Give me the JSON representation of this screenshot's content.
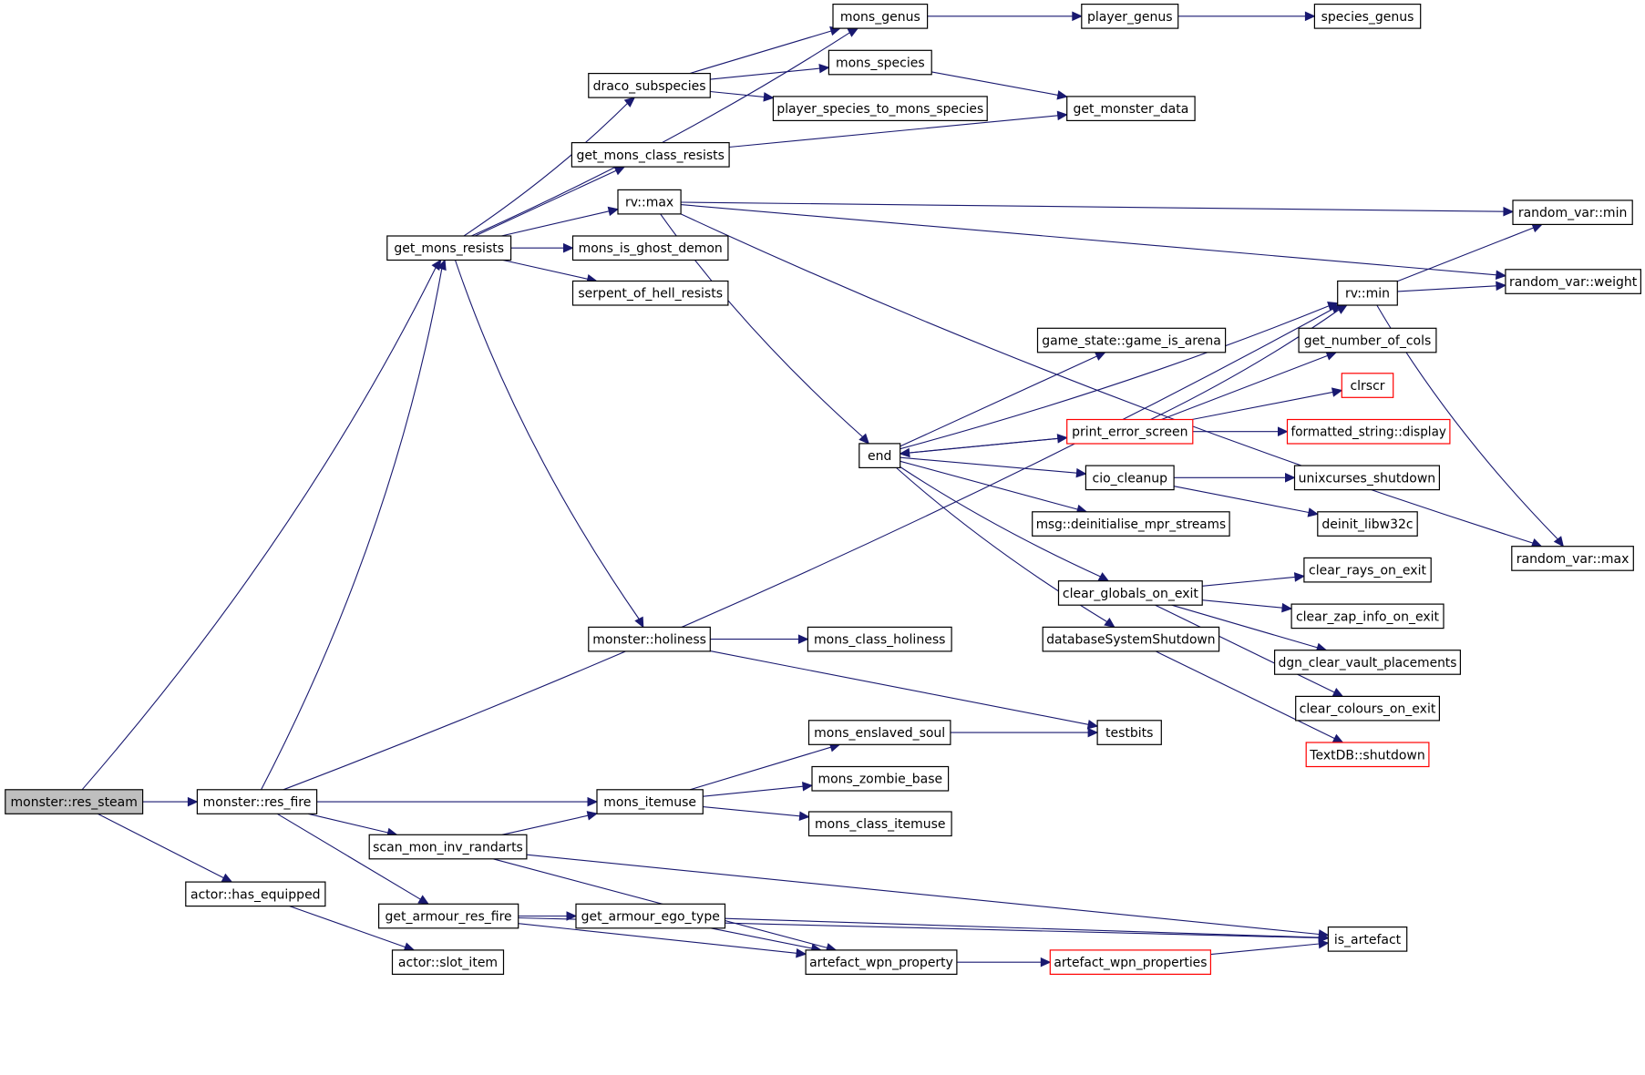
{
  "graph": {
    "colors": {
      "edge": "#191970",
      "node_border": "#000000",
      "missing_border": "#ff0000",
      "root_fill": "#bfbfbf"
    },
    "nodes": [
      {
        "id": "res_steam",
        "label": "monster::res_steam",
        "root": true
      },
      {
        "id": "res_fire",
        "label": "monster::res_fire"
      },
      {
        "id": "has_equipped",
        "label": "actor::has_equipped"
      },
      {
        "id": "get_mons_resists",
        "label": "get_mons_resists"
      },
      {
        "id": "slot_item",
        "label": "actor::slot_item"
      },
      {
        "id": "scan_mon_inv_randarts",
        "label": "scan_mon_inv_randarts"
      },
      {
        "id": "get_armour_res_fire",
        "label": "get_armour_res_fire"
      },
      {
        "id": "mons_itemuse",
        "label": "mons_itemuse"
      },
      {
        "id": "rv_max",
        "label": "rv::max"
      },
      {
        "id": "draco_subspecies",
        "label": "draco_subspecies"
      },
      {
        "id": "get_mons_class_resists",
        "label": "get_mons_class_resists"
      },
      {
        "id": "mons_is_ghost_demon",
        "label": "mons_is_ghost_demon"
      },
      {
        "id": "serpent_of_hell_resists",
        "label": "serpent_of_hell_resists"
      },
      {
        "id": "monster_holiness",
        "label": "monster::holiness"
      },
      {
        "id": "get_armour_ego_type",
        "label": "get_armour_ego_type"
      },
      {
        "id": "artefact_wpn_property",
        "label": "artefact_wpn_property"
      },
      {
        "id": "mons_genus",
        "label": "mons_genus"
      },
      {
        "id": "mons_species",
        "label": "mons_species"
      },
      {
        "id": "player_species_to_mons_species",
        "label": "player_species_to_mons_species"
      },
      {
        "id": "mons_class_holiness",
        "label": "mons_class_holiness"
      },
      {
        "id": "mons_enslaved_soul",
        "label": "mons_enslaved_soul"
      },
      {
        "id": "mons_zombie_base",
        "label": "mons_zombie_base"
      },
      {
        "id": "mons_class_itemuse",
        "label": "mons_class_itemuse"
      },
      {
        "id": "end",
        "label": "end"
      },
      {
        "id": "player_genus",
        "label": "player_genus"
      },
      {
        "id": "get_monster_data",
        "label": "get_monster_data"
      },
      {
        "id": "game_is_arena",
        "label": "game_state::game_is_arena"
      },
      {
        "id": "print_error_screen",
        "label": "print_error_screen",
        "missing": true
      },
      {
        "id": "cio_cleanup",
        "label": "cio_cleanup"
      },
      {
        "id": "deinitialise_mpr_streams",
        "label": "msg::deinitialise_mpr_streams"
      },
      {
        "id": "clear_globals_on_exit",
        "label": "clear_globals_on_exit"
      },
      {
        "id": "databaseSystemShutdown",
        "label": "databaseSystemShutdown"
      },
      {
        "id": "testbits",
        "label": "testbits"
      },
      {
        "id": "artefact_wpn_properties",
        "label": "artefact_wpn_properties",
        "missing": true
      },
      {
        "id": "species_genus",
        "label": "species_genus"
      },
      {
        "id": "rv_min",
        "label": "rv::min"
      },
      {
        "id": "get_number_of_cols",
        "label": "get_number_of_cols"
      },
      {
        "id": "clrscr",
        "label": "clrscr",
        "missing": true
      },
      {
        "id": "formatted_string_display",
        "label": "formatted_string::display",
        "missing": true
      },
      {
        "id": "unixcurses_shutdown",
        "label": "unixcurses_shutdown"
      },
      {
        "id": "deinit_libw32c",
        "label": "deinit_libw32c"
      },
      {
        "id": "clear_rays_on_exit",
        "label": "clear_rays_on_exit"
      },
      {
        "id": "clear_zap_info_on_exit",
        "label": "clear_zap_info_on_exit"
      },
      {
        "id": "dgn_clear_vault_placements",
        "label": "dgn_clear_vault_placements"
      },
      {
        "id": "clear_colours_on_exit",
        "label": "clear_colours_on_exit"
      },
      {
        "id": "textdb_shutdown",
        "label": "TextDB::shutdown",
        "missing": true
      },
      {
        "id": "is_artefact",
        "label": "is_artefact"
      },
      {
        "id": "random_var_min",
        "label": "random_var::min"
      },
      {
        "id": "random_var_weight",
        "label": "random_var::weight"
      },
      {
        "id": "random_var_max",
        "label": "random_var::max"
      }
    ],
    "edges": [
      [
        "res_steam",
        "res_fire"
      ],
      [
        "res_steam",
        "has_equipped"
      ],
      [
        "res_steam",
        "get_mons_resists"
      ],
      [
        "has_equipped",
        "slot_item"
      ],
      [
        "res_fire",
        "get_mons_resists"
      ],
      [
        "res_fire",
        "mons_itemuse"
      ],
      [
        "res_fire",
        "scan_mon_inv_randarts"
      ],
      [
        "res_fire",
        "get_armour_res_fire"
      ],
      [
        "res_fire",
        "rv_min"
      ],
      [
        "get_mons_resists",
        "mons_genus"
      ],
      [
        "get_mons_resists",
        "draco_subspecies"
      ],
      [
        "get_mons_resists",
        "get_mons_class_resists"
      ],
      [
        "get_mons_resists",
        "rv_max"
      ],
      [
        "get_mons_resists",
        "mons_is_ghost_demon"
      ],
      [
        "get_mons_resists",
        "serpent_of_hell_resists"
      ],
      [
        "get_mons_resists",
        "monster_holiness"
      ],
      [
        "draco_subspecies",
        "mons_genus"
      ],
      [
        "draco_subspecies",
        "mons_species"
      ],
      [
        "draco_subspecies",
        "player_species_to_mons_species"
      ],
      [
        "mons_genus",
        "player_genus"
      ],
      [
        "player_genus",
        "species_genus"
      ],
      [
        "mons_species",
        "get_monster_data"
      ],
      [
        "get_mons_class_resists",
        "get_monster_data"
      ],
      [
        "rv_max",
        "random_var_min"
      ],
      [
        "rv_max",
        "random_var_weight"
      ],
      [
        "rv_max",
        "end"
      ],
      [
        "rv_max",
        "random_var_max"
      ],
      [
        "rv_min",
        "random_var_min"
      ],
      [
        "rv_min",
        "random_var_weight"
      ],
      [
        "rv_min",
        "random_var_max"
      ],
      [
        "end",
        "game_is_arena"
      ],
      [
        "end",
        "print_error_screen"
      ],
      [
        "end",
        "cio_cleanup"
      ],
      [
        "end",
        "deinitialise_mpr_streams"
      ],
      [
        "end",
        "clear_globals_on_exit"
      ],
      [
        "end",
        "databaseSystemShutdown"
      ],
      [
        "end",
        "rv_min"
      ],
      [
        "print_error_screen",
        "end"
      ],
      [
        "print_error_screen",
        "get_number_of_cols"
      ],
      [
        "print_error_screen",
        "clrscr"
      ],
      [
        "print_error_screen",
        "formatted_string_display"
      ],
      [
        "print_error_screen",
        "rv_min"
      ],
      [
        "cio_cleanup",
        "unixcurses_shutdown"
      ],
      [
        "cio_cleanup",
        "deinit_libw32c"
      ],
      [
        "clear_globals_on_exit",
        "clear_rays_on_exit"
      ],
      [
        "clear_globals_on_exit",
        "clear_zap_info_on_exit"
      ],
      [
        "clear_globals_on_exit",
        "dgn_clear_vault_placements"
      ],
      [
        "clear_globals_on_exit",
        "clear_colours_on_exit"
      ],
      [
        "databaseSystemShutdown",
        "textdb_shutdown"
      ],
      [
        "monster_holiness",
        "mons_class_holiness"
      ],
      [
        "monster_holiness",
        "testbits"
      ],
      [
        "mons_itemuse",
        "mons_enslaved_soul"
      ],
      [
        "mons_itemuse",
        "mons_zombie_base"
      ],
      [
        "mons_itemuse",
        "mons_class_itemuse"
      ],
      [
        "mons_enslaved_soul",
        "testbits"
      ],
      [
        "scan_mon_inv_randarts",
        "mons_itemuse"
      ],
      [
        "scan_mon_inv_randarts",
        "artefact_wpn_property"
      ],
      [
        "scan_mon_inv_randarts",
        "is_artefact"
      ],
      [
        "get_armour_res_fire",
        "get_armour_ego_type"
      ],
      [
        "get_armour_res_fire",
        "artefact_wpn_property"
      ],
      [
        "get_armour_res_fire",
        "is_artefact"
      ],
      [
        "get_armour_ego_type",
        "artefact_wpn_property"
      ],
      [
        "get_armour_ego_type",
        "is_artefact"
      ],
      [
        "artefact_wpn_property",
        "artefact_wpn_properties"
      ],
      [
        "artefact_wpn_properties",
        "is_artefact"
      ]
    ]
  }
}
